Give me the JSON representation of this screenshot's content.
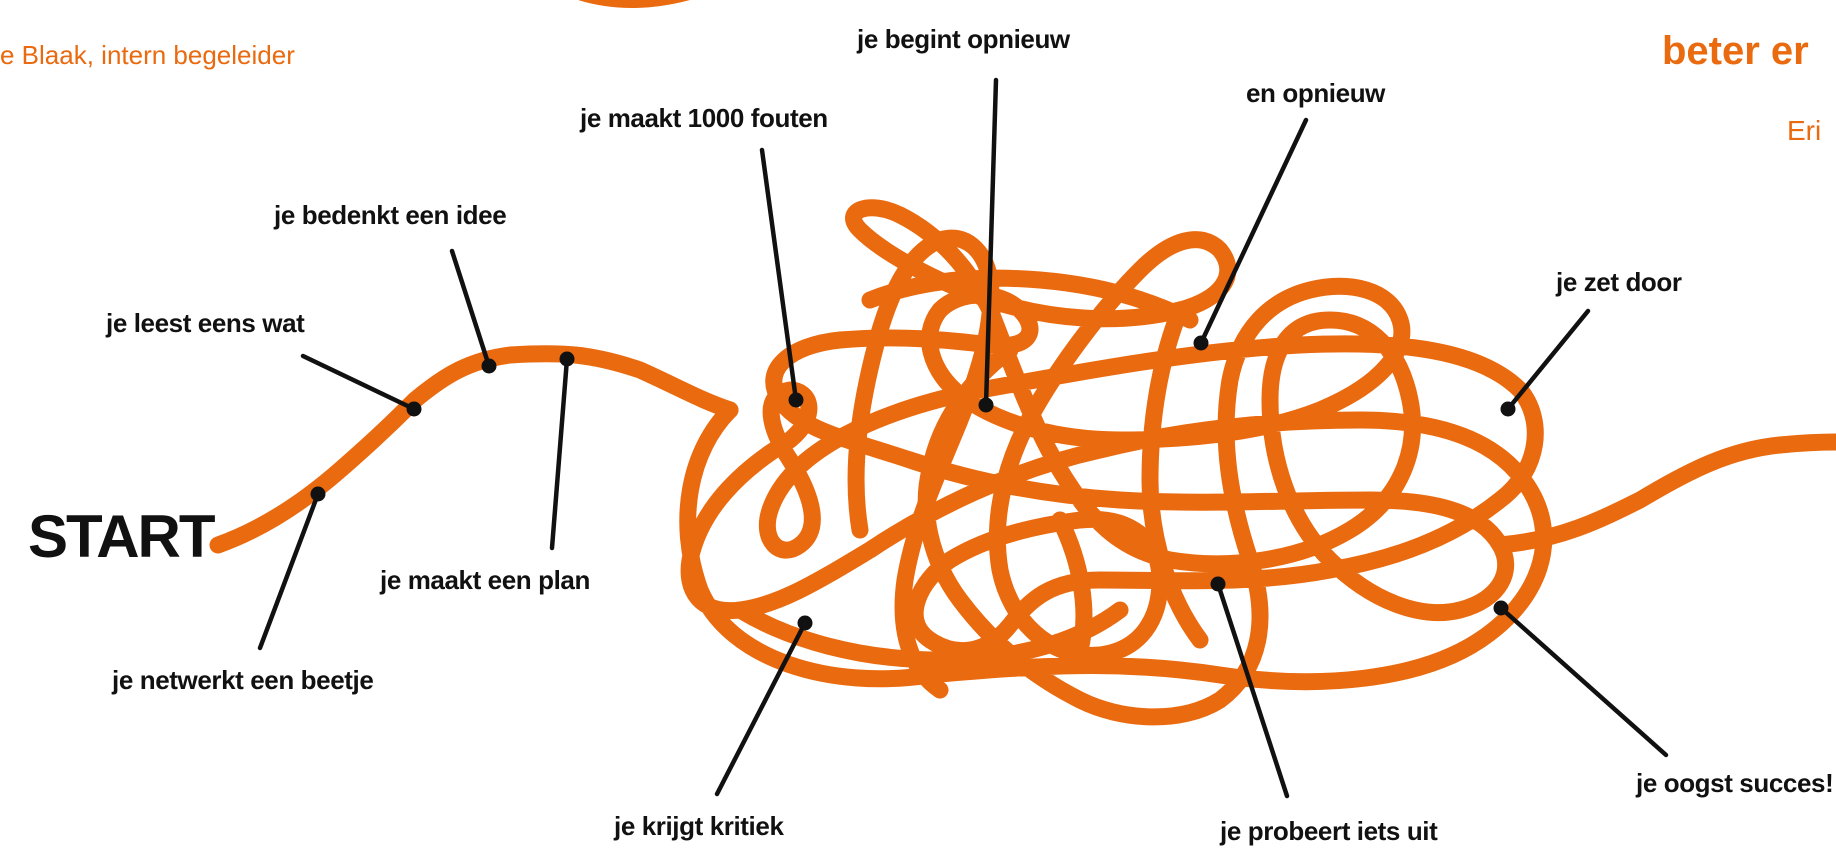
{
  "colors": {
    "rope": "#ea6a0f",
    "text": "#111111",
    "accent": "#ea6a0f"
  },
  "header": {
    "left_caption": "e Blaak, intern begeleider",
    "right_title": "beter er",
    "right_sub": "Eri"
  },
  "start_label": "START",
  "steps": [
    "je leest eens wat",
    "je bedenkt een idee",
    "je maakt een plan",
    "je netwerkt een beetje",
    "je maakt 1000 fouten",
    "je begint opnieuw",
    "en opnieuw",
    "je zet door",
    "je krijgt kritiek",
    "je probeert iets uit",
    "je oogst succes!"
  ]
}
